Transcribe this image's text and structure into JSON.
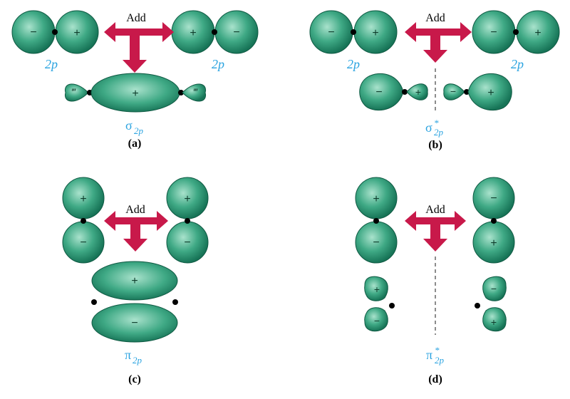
{
  "diagram": {
    "colors": {
      "orbital_light": "#a9e2cc",
      "orbital_mid": "#3fa985",
      "orbital_dark": "#177457",
      "arrow": "#c8194a",
      "label_blue": "#2aa3e0",
      "node": "#000000",
      "node_plane": "#8c8c8c"
    },
    "add_label": "Add",
    "signs": {
      "plus": "+",
      "minus": "−"
    },
    "panel_a": {
      "label": "(a)",
      "left_caption": "2p",
      "right_caption": "2p",
      "result_symbol": "σ",
      "result_subscript": "2p",
      "lobe_mark": "‴"
    },
    "panel_b": {
      "label": "(b)",
      "left_caption": "2p",
      "right_caption": "2p",
      "result_symbol": "σ",
      "result_subscript": "2p",
      "result_star": "*"
    },
    "panel_c": {
      "label": "(c)",
      "result_symbol": "π",
      "result_subscript": "2p"
    },
    "panel_d": {
      "label": "(d)",
      "result_symbol": "π",
      "result_subscript": "2p",
      "result_star": "*"
    }
  }
}
